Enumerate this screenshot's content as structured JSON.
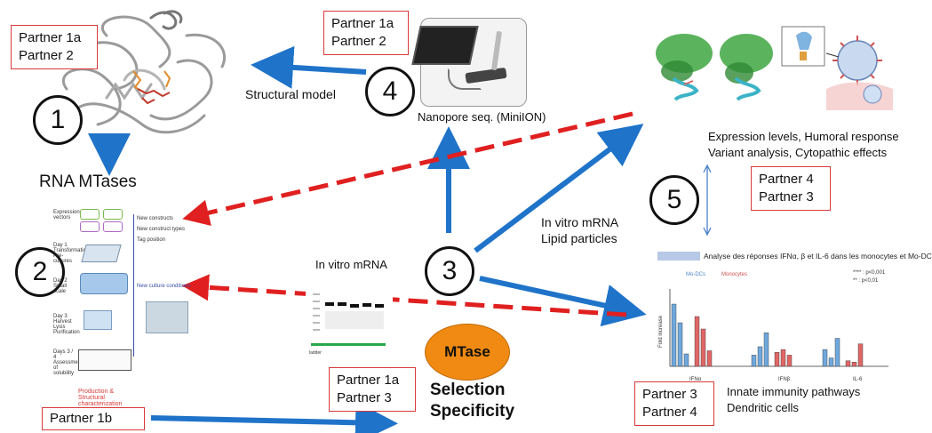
{
  "partners": {
    "box_protein": [
      "Partner 1a",
      "Partner 2"
    ],
    "box_nanopore": [
      "Partner 1a",
      "Partner 2"
    ],
    "box_center": [
      "Partner 1a",
      "Partner 3"
    ],
    "box_step5": [
      "Partner 4",
      "Partner 3"
    ],
    "box_immunity": [
      "Partner 3",
      "Partner 4"
    ],
    "box_bottom_left": "Partner 1b"
  },
  "steps": {
    "s1": "1",
    "s2": "2",
    "s3": "3",
    "s4": "4",
    "s5": "5"
  },
  "labels": {
    "rna_mtases": "RNA MTases",
    "structural_model": "Structural model",
    "nanopore": "Nanopore seq. (MiniION)",
    "in_vitro_mrna": "In vitro mRNA",
    "in_vitro_lipid_1": "In vitro mRNA",
    "in_vitro_lipid_2": "Lipid particles",
    "expression_1": "Expression levels, Humoral response",
    "expression_2": "Variant analysis, Cytopathic effects",
    "innate_1": "Innate immunity pathways",
    "innate_2": "Dendritic cells",
    "mtase_ellipse": "MTase",
    "selection": "Selection",
    "specificity": "Specificity"
  },
  "workflow": {
    "expression_vectors": "Expression vectors",
    "day1": "Day 1 Transformation Pre-cultures",
    "day2": "Day 2 Small scale",
    "day3": "Day 3 Harvest Lysis Purification",
    "days45": "Days 3 / 4 Assessment of solubility",
    "production": "Production & Structural characterization",
    "new_constructs": "New constructs",
    "new_construct_types": "New construct types",
    "tag_position": "Tag position",
    "new_culture": "New culture conditions"
  },
  "gel": {
    "ladder": "ladder"
  },
  "assay": {
    "title": "Analyse des réponses IFNα, β et IL-6 dans les monocytes et  Mo-DC",
    "mo_dcs": "Mo-DCs",
    "monocytes": "Monocytes",
    "sig1": "**** : p<0,001",
    "sig2": "** : p<0,01",
    "ylabel": "Fold increase",
    "groups": [
      "IFNα",
      "IFNβ",
      "IL-6"
    ],
    "series": [
      {
        "name": "Mo-DCs",
        "color": "#6fa8dc",
        "values": [
          1.0,
          0.7,
          0.2,
          0.35,
          0.6,
          0.3
        ]
      },
      {
        "name": "Monocytes",
        "color": "#e06666",
        "values": [
          0.8,
          0.6,
          0.25,
          0.3,
          0.2,
          0.15
        ]
      }
    ]
  },
  "colors": {
    "blue_arrow": "#1f73c9",
    "red_dash": "#e02020",
    "red_box": "#d83a3a",
    "ellipse": "#f08a12"
  }
}
